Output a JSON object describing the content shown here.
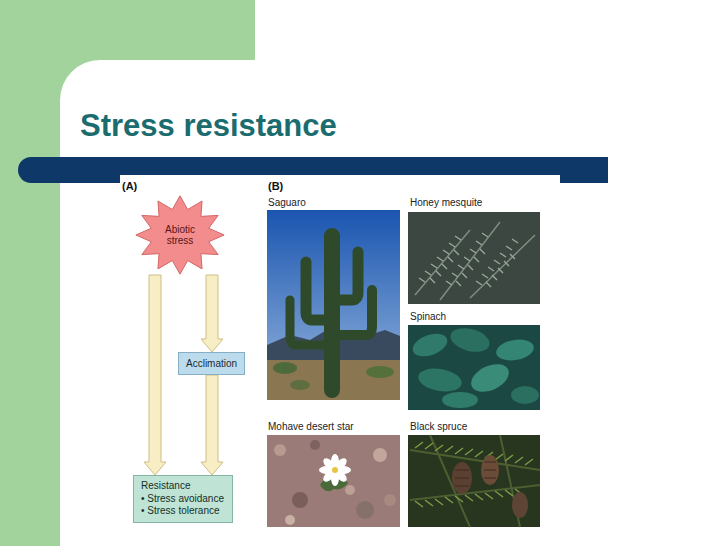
{
  "diagram": {
    "title": "Stress resistance",
    "nodes": [
      {
        "text": [
          "Abiotic stress"
        ]
      },
      {
        "text": [
          "Acclimation"
        ]
      },
      {
        "text": [
          "Resistance",
          "• Stress avoidance",
          "• Stress tolerance"
        ]
      }
    ],
    "edges": [
      {
        "from": 0,
        "to": 2,
        "arrow": "to"
      },
      {
        "from": 0,
        "to": 1,
        "arrow": "to"
      },
      {
        "from": 1,
        "to": 2,
        "arrow": "to"
      }
    ],
    "labels": [
      "(A)",
      "(B)",
      "Saguaro",
      "Honey mesquite",
      "Spinach",
      "Mohave desert star",
      "Black spruce"
    ]
  }
}
